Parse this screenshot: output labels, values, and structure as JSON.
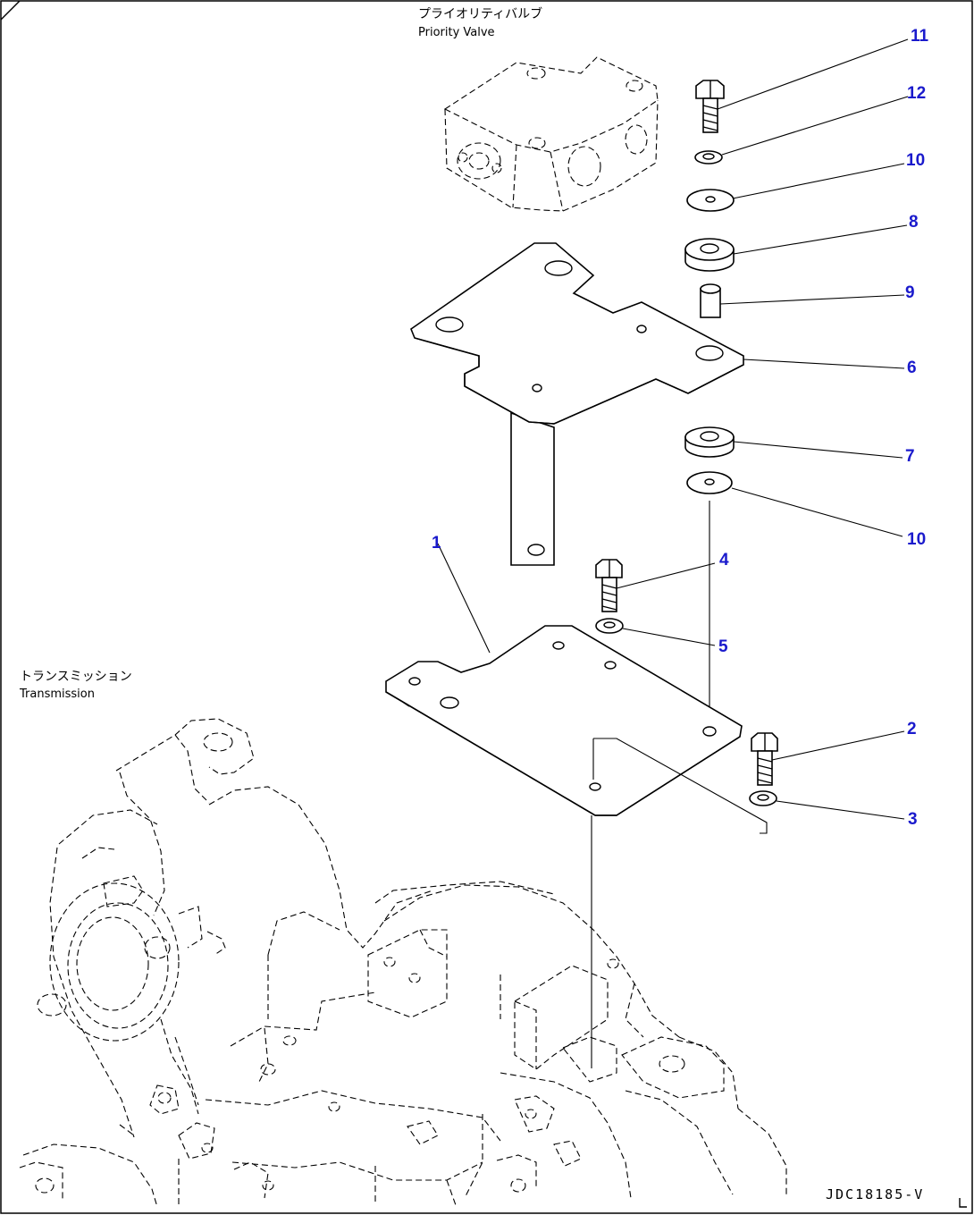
{
  "labels": {
    "priority_valve_jp": "プライオリティバルブ",
    "priority_valve_en": "Priority Valve",
    "transmission_jp": "トランスミッション",
    "transmission_en": "Transmission",
    "drawing_code": "JDC18185-V"
  },
  "callouts": [
    "11",
    "12",
    "10",
    "8",
    "9",
    "6",
    "7",
    "10",
    "4",
    "5",
    "1",
    "2",
    "3"
  ],
  "colors": {
    "callout": "#1a1acc",
    "line": "#000000",
    "background": "#ffffff"
  }
}
